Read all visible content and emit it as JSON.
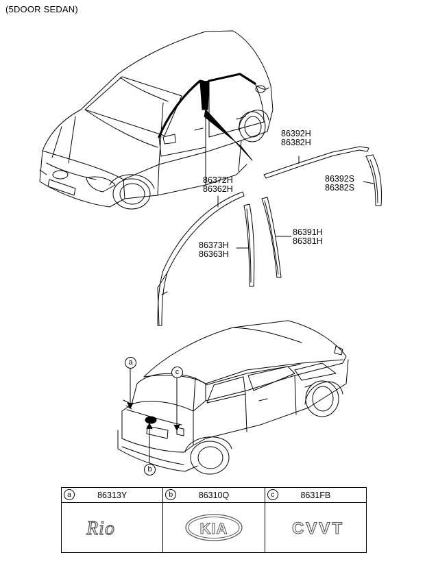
{
  "title": "(5DOOR SEDAN)",
  "parts": {
    "p86392H": "86392H",
    "p86382H": "86382H",
    "p86392S": "86392S",
    "p86382S": "86382S",
    "p86372H": "86372H",
    "p86362H": "86362H",
    "p86391H": "86391H",
    "p86381H": "86381H",
    "p86373H": "86373H",
    "p86363H": "86363H"
  },
  "callouts": {
    "a": "a",
    "b": "b",
    "c": "c"
  },
  "legend": [
    {
      "letter": "a",
      "part": "86313Y",
      "emblem": "Rio"
    },
    {
      "letter": "b",
      "part": "86310Q",
      "emblem": "KIA"
    },
    {
      "letter": "c",
      "part": "8631FB",
      "emblem": "CVVT"
    }
  ]
}
